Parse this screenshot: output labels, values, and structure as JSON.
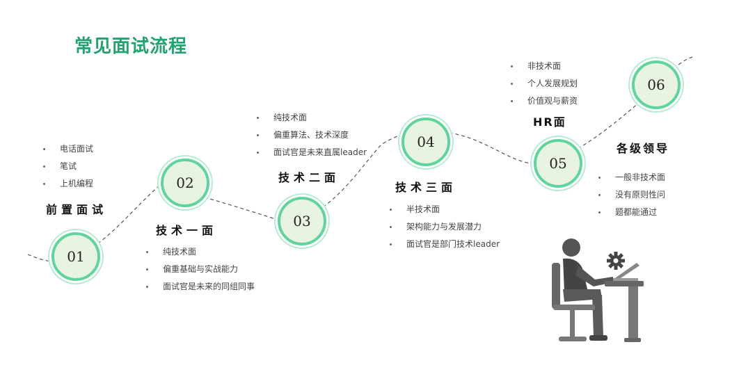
{
  "title": "常见面试流程",
  "accent_color": "#21a36f",
  "circle_border_color": "#5fd49d",
  "steps": [
    {
      "number": "01",
      "name": "前置面试",
      "bullets": [
        "电话面试",
        "笔试",
        "上机编程"
      ]
    },
    {
      "number": "02",
      "name": "技术一面",
      "bullets": [
        "纯技术面",
        "偏重基础与实战能力",
        "面试官是未来的同组同事"
      ]
    },
    {
      "number": "03",
      "name": "技术二面",
      "bullets": [
        "纯技术面",
        "偏重算法、技术深度",
        "面试官是未来直属leader"
      ]
    },
    {
      "number": "04",
      "name": "技术三面",
      "bullets": [
        "半技术面",
        "架构能力与发展潜力",
        "面试官是部门技术leader"
      ]
    },
    {
      "number": "05",
      "name": "HR面",
      "bullets": [
        "非技术面",
        "个人发展规划",
        "价值观与薪资"
      ]
    },
    {
      "number": "06",
      "name": "各级领导",
      "bullets": [
        "一般非技术面",
        "没有原则性问",
        "题都能通过"
      ]
    }
  ],
  "illustration_icons": [
    "person-at-desk-icon",
    "gear-icon"
  ]
}
